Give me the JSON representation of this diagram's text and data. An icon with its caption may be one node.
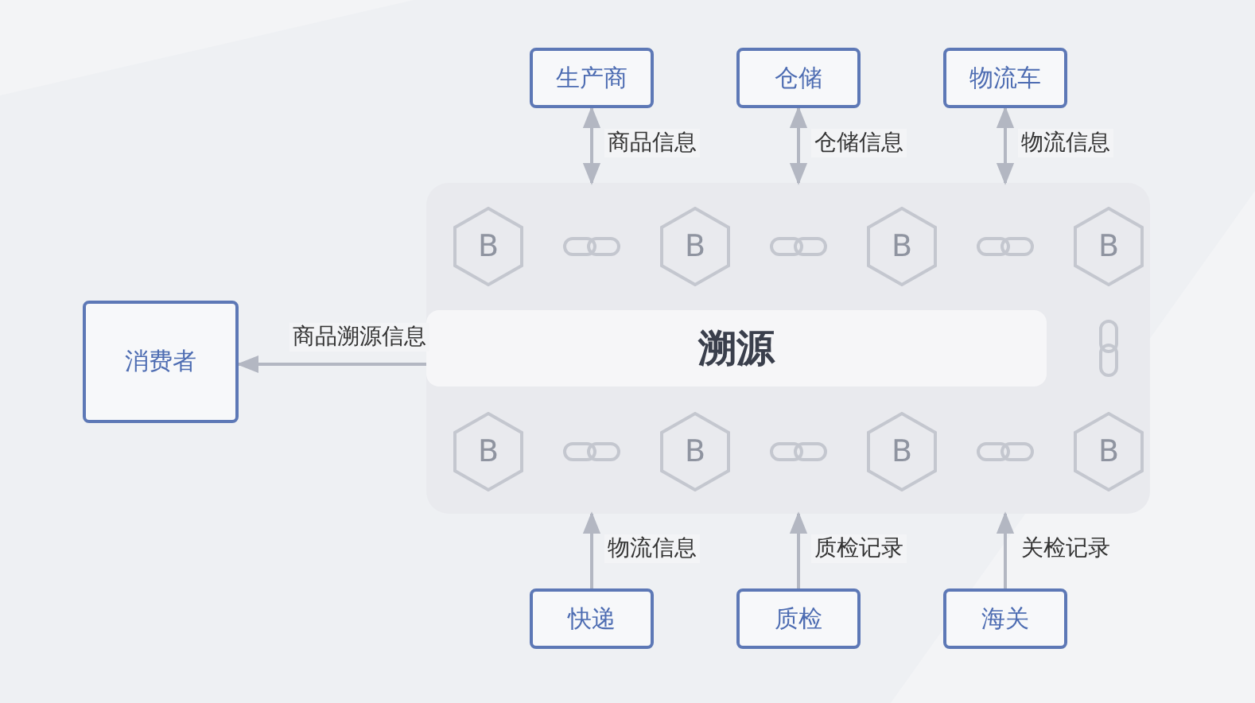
{
  "diagram": {
    "nodes": [
      {
        "text": [
          "生产商"
        ]
      },
      {
        "text": [
          "仓储"
        ]
      },
      {
        "text": [
          "物流车"
        ]
      },
      {
        "text": [
          "溯源"
        ]
      },
      {
        "text": [
          "B"
        ],
        "in": 3
      },
      {
        "text": [
          "B"
        ],
        "in": 3
      },
      {
        "text": [
          "B"
        ],
        "in": 3
      },
      {
        "text": [
          "B"
        ],
        "in": 3
      },
      {
        "text": [
          "B"
        ],
        "in": 3
      },
      {
        "text": [
          "B"
        ],
        "in": 3
      },
      {
        "text": [
          "B"
        ],
        "in": 3
      },
      {
        "text": [
          "B"
        ],
        "in": 3
      },
      {
        "text": [
          "消费者"
        ]
      },
      {
        "text": [
          "快递"
        ]
      },
      {
        "text": [
          "质检"
        ]
      },
      {
        "text": [
          "海关"
        ]
      }
    ],
    "edges": [
      {
        "from": 0,
        "to": 3,
        "arrow": "both",
        "label": "商品信息"
      },
      {
        "from": 1,
        "to": 3,
        "arrow": "both",
        "label": "仓储信息"
      },
      {
        "from": 2,
        "to": 3,
        "arrow": "both",
        "label": "物流信息"
      },
      {
        "from": 3,
        "to": 12,
        "arrow": "to",
        "label": "商品溯源信息"
      },
      {
        "from": 13,
        "to": 3,
        "arrow": "to",
        "label": "物流信息"
      },
      {
        "from": 14,
        "to": 3,
        "arrow": "to",
        "label": "质检记录"
      },
      {
        "from": 15,
        "to": 3,
        "arrow": "to",
        "label": "关检记录"
      }
    ]
  }
}
